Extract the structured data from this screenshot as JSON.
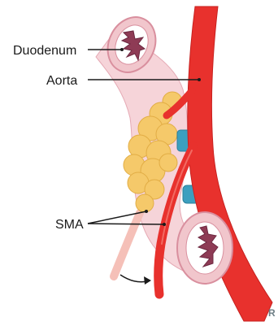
{
  "diagram": {
    "labels": {
      "duodenum": "Duodenum",
      "aorta": "Aorta",
      "sma": "SMA"
    },
    "watermark": "R",
    "colors": {
      "artery": "#e8312d",
      "artery_dark": "#c7211f",
      "intestine": "#f3c5cc",
      "intestine_dark": "#d98f9e",
      "mucosa": "#8e3b55",
      "fat": "#f5c96a",
      "vein": "#3c9fbf",
      "pale_artery": "#f5c0b8"
    },
    "icons": [
      "displacement-arrow"
    ]
  }
}
